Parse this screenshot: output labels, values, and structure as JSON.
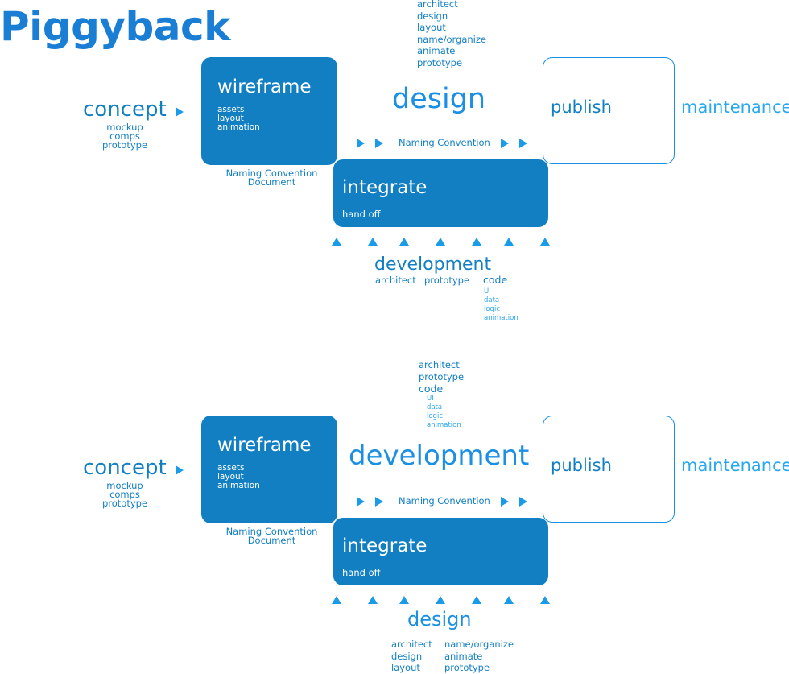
{
  "title": "Piggyback",
  "diagram1": {
    "design_tasks": [
      "architect",
      "design",
      "layout",
      "name/organize",
      "animate",
      "prototype"
    ],
    "center_label": "design",
    "concept": {
      "label": "concept",
      "items": [
        "mockup",
        "comps",
        "prototype"
      ]
    },
    "wireframe": {
      "label": "wireframe",
      "items": [
        "assets",
        "layout",
        "animation"
      ]
    },
    "naming_doc": [
      "Naming Convention",
      "Document"
    ],
    "flow_label": "Naming Convention",
    "publish": "publish",
    "maintenance": "maintenance",
    "integrate": {
      "label": "integrate",
      "sub": "hand off"
    },
    "bottom_label": "development",
    "bottom_items": {
      "architect": "architect",
      "prototype": "prototype",
      "code": "code",
      "code_items": [
        "UI",
        "data",
        "logic",
        "animation"
      ]
    }
  },
  "diagram2": {
    "top_items": {
      "architect": "architect",
      "prototype": "prototype",
      "code": "code",
      "code_items": [
        "UI",
        "data",
        "logic",
        "animation"
      ]
    },
    "center_label": "development",
    "concept": {
      "label": "concept",
      "items": [
        "mockup",
        "comps",
        "prototype"
      ]
    },
    "wireframe": {
      "label": "wireframe",
      "items": [
        "assets",
        "layout",
        "animation"
      ]
    },
    "naming_doc": [
      "Naming Convention",
      "Document"
    ],
    "flow_label": "Naming Convention",
    "publish": "publish",
    "maintenance": "maintenance",
    "integrate": {
      "label": "integrate",
      "sub": "hand off"
    },
    "bottom_label": "design",
    "bottom_col1": [
      "architect",
      "design",
      "layout"
    ],
    "bottom_col2": [
      "name/organize",
      "animate",
      "prototype"
    ]
  }
}
